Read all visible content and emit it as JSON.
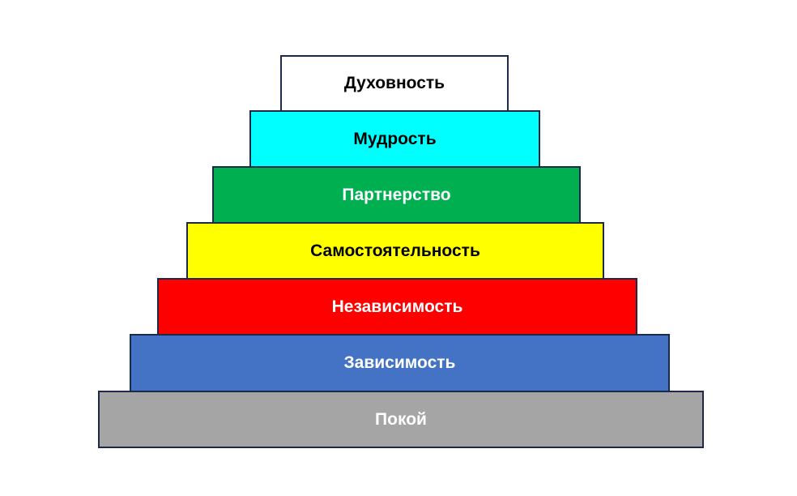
{
  "pyramid": {
    "levels": [
      {
        "label": "Духовность",
        "fill": "#FFFFFF",
        "text_color": "#000000"
      },
      {
        "label": "Мудрость",
        "fill": "#00FFFF",
        "text_color": "#000000"
      },
      {
        "label": "Партнерство",
        "fill": "#00B050",
        "text_color": "#FFFFFF"
      },
      {
        "label": "Самостоятельность",
        "fill": "#FFFF00",
        "text_color": "#000000"
      },
      {
        "label": "Независимость",
        "fill": "#FF0000",
        "text_color": "#FFFFFF"
      },
      {
        "label": "Зависимость",
        "fill": "#4472C4",
        "text_color": "#FFFFFF"
      },
      {
        "label": "Покой",
        "fill": "#A5A5A5",
        "text_color": "#FFFFFF"
      }
    ]
  }
}
